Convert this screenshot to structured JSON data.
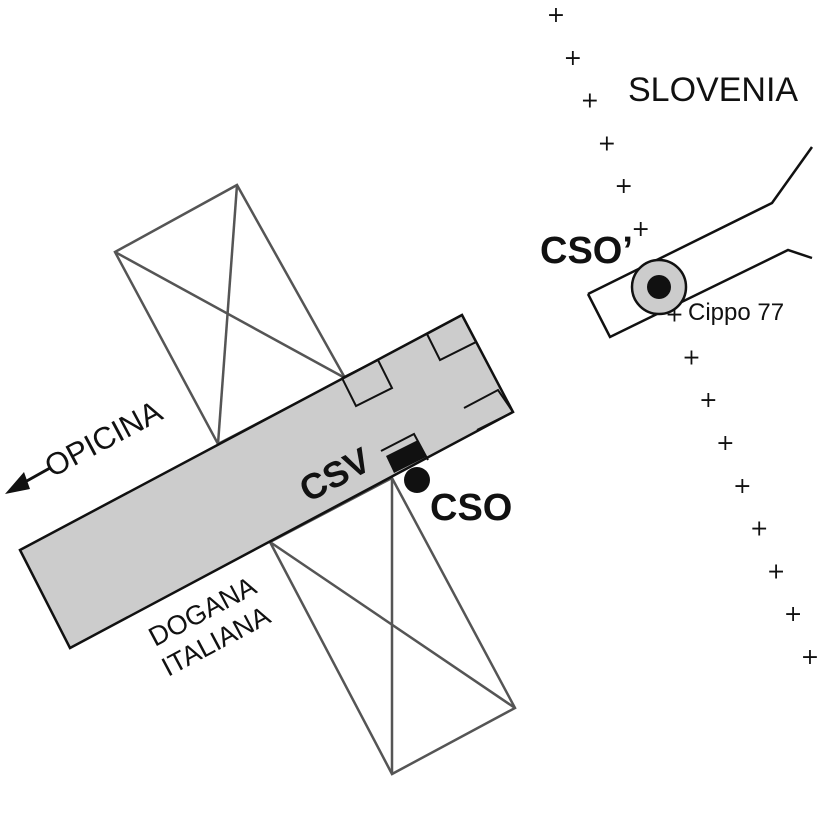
{
  "labels": {
    "country": "SLOVENIA",
    "opicina": "OPICINA",
    "dogana_line1": "DOGANA",
    "dogana_line2": "ITALIANA",
    "csv": "CSV",
    "cso": "CSO",
    "cso_prime": "CSO’",
    "cippo": "Cippo 77"
  },
  "border_marker": "+",
  "border_marker_count": 16,
  "colors": {
    "building_fill": "#cccccc",
    "outline": "#111111",
    "canopy_stroke": "#555555",
    "marker_fill": "#cccccc",
    "background": "#ffffff"
  }
}
